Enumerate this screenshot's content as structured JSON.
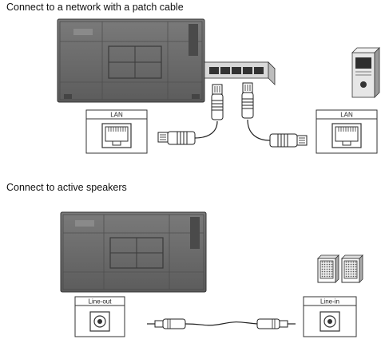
{
  "sections": [
    {
      "heading": "Connect to a network with a patch cable",
      "ports": {
        "display": "LAN",
        "device": "LAN"
      }
    },
    {
      "heading": "Connect to active speakers",
      "ports": {
        "display": "Line-out",
        "device": "Line-in"
      }
    }
  ],
  "colors": {
    "panel": "#6f6f6f",
    "panel_dark": "#3d3d3d",
    "line": "#222222",
    "port_box": "#ffffff"
  }
}
